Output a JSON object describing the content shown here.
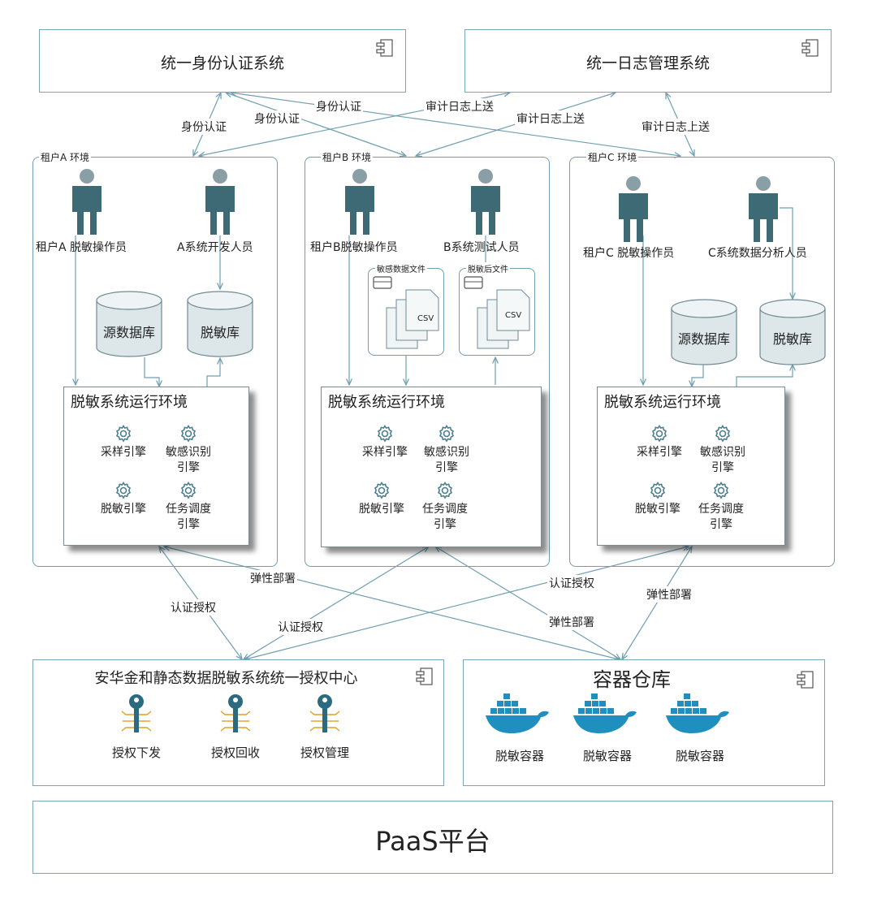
{
  "top_systems": {
    "identity": "统一身份认证系统",
    "log": "统一日志管理系统"
  },
  "edges": {
    "auth_a": "身份认证",
    "auth_b": "身份认证",
    "auth_c": "身份认证",
    "log_a": "审计日志上送",
    "log_b": "审计日志上送",
    "log_c": "审计日志上送",
    "elastic_1": "弹性部署",
    "elastic_2": "弹性部署",
    "elastic_3": "弹性部署",
    "cert_1": "认证授权",
    "cert_2": "认证授权",
    "cert_3": "认证授权"
  },
  "tenants": {
    "a": {
      "label": "租户A 环境",
      "person1": "租户A 脱敏操作员",
      "person2": "A系统开发人员",
      "db1": "源数据库",
      "db2": "脱敏库",
      "runtime_title": "脱敏系统运行环境"
    },
    "b": {
      "label": "租户B 环境",
      "person1": "租户B脱敏操作员",
      "person2": "B系统测试人员",
      "files1_label": "敏感数据文件",
      "files2_label": "脱敏后文件",
      "file_text": "CSV",
      "runtime_title": "脱敏系统运行环境"
    },
    "c": {
      "label": "租户C 环境",
      "person1": "租户C 脱敏操作员",
      "person2": "C系统数据分析人员",
      "db1": "源数据库",
      "db2": "脱敏库",
      "runtime_title": "脱敏系统运行环境"
    }
  },
  "engines": {
    "sampling": "采样引擎",
    "sensitive_1": "敏感识别",
    "sensitive_2": "引擎",
    "masking": "脱敏引擎",
    "schedule_1": "任务调度",
    "schedule_2": "引擎"
  },
  "auth_center": {
    "title": "安华金和静态数据脱敏系统统一授权中心",
    "items": [
      "授权下发",
      "授权回收",
      "授权管理"
    ]
  },
  "container_repo": {
    "title": "容器仓库",
    "items": [
      "脱敏容器",
      "脱敏容器",
      "脱敏容器"
    ]
  },
  "platform": {
    "title": "PaaS平台"
  },
  "colors": {
    "line": "#6f9fb0",
    "person": "#3e6a75",
    "gear": "#4d7f8f",
    "key": "#2c6a7f",
    "docker": "#1f8fbf"
  }
}
